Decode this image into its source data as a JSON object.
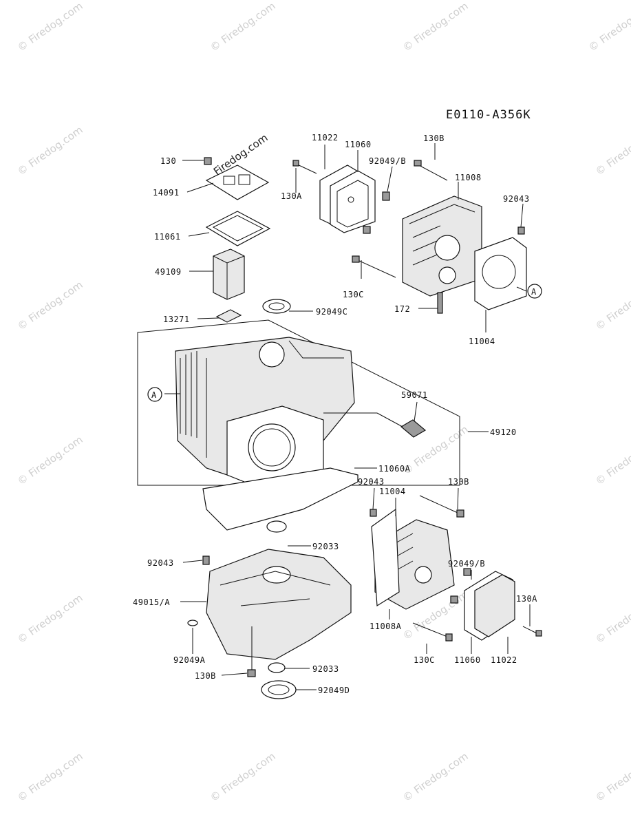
{
  "diagram_code": "E0110-A356K",
  "watermark": "© Firedog.com",
  "brand_watermark": "Firedog.com",
  "callout_marker": "A",
  "part_labels": {
    "p130_top": "130",
    "p14091": "14091",
    "p11061": "11061",
    "p49109": "49109",
    "p13271": "13271",
    "p11022_top": "11022",
    "p11060_top": "11060",
    "p130A_top": "130A",
    "p92049B_top": "92049/B",
    "p130B_top": "130B",
    "p11008": "11008",
    "p92043_top": "92043",
    "p130C_top": "130C",
    "p172": "172",
    "p11004_top": "11004",
    "p92049C": "92049C",
    "p59071": "59071",
    "p49120": "49120",
    "p11060A": "11060A",
    "p92043_mid": "92043",
    "p11004_mid": "11004",
    "p130B_mid": "130B",
    "p92033_top": "92033",
    "p92049B_mid": "92049/B",
    "p92043_left": "92043",
    "p49015A": "49015/A",
    "p130A_right": "130A",
    "p11008A": "11008A",
    "p92049A": "92049A",
    "p130C_bot": "130C",
    "p11060_bot": "11060",
    "p11022_bot": "11022",
    "p130B_bot": "130B",
    "p92033_bot": "92033",
    "p92049D": "92049D"
  }
}
